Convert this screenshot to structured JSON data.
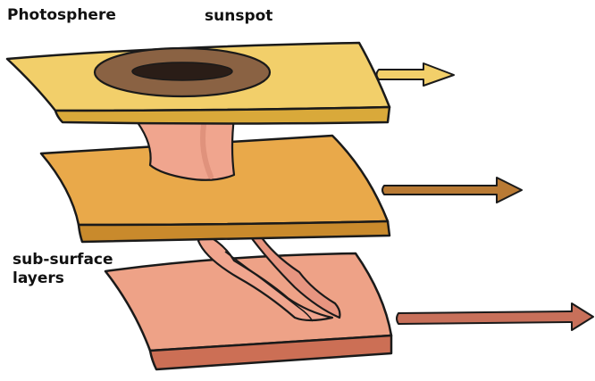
{
  "labels": {
    "photosphere": "Photosphere",
    "sunspot": "sunspot",
    "subsurface_line1": "sub-surface",
    "subsurface_line2": "layers"
  },
  "colors": {
    "outline": "#1a1a1a",
    "top_layer": "#f2cf6a",
    "top_layer_edge": "#d9a93a",
    "middle_layer": "#e9a94a",
    "middle_layer_edge": "#c98a2c",
    "bottom_layer": "#eea287",
    "bottom_layer_edge": "#cc6f55",
    "flux_tube": "#f0a58e",
    "flux_tube_shade": "#d98a75",
    "penumbra": "#8a6243",
    "umbra": "#2a1d17",
    "arrow_top": "#f2cf6a",
    "arrow_middle": "#b97a34",
    "arrow_bottom": "#c8705a"
  }
}
